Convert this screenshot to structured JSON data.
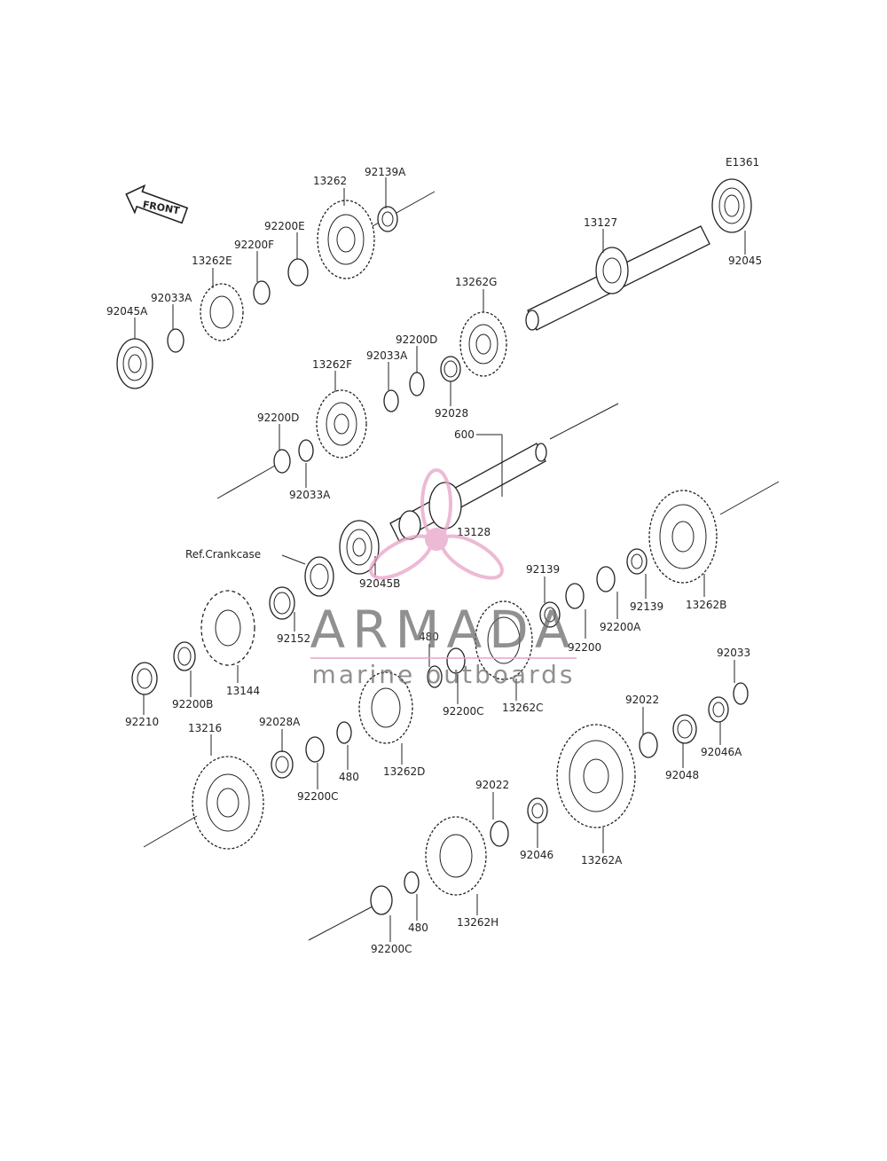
{
  "diagram_code": "E1361",
  "front_arrow_text": "FRONT",
  "watermark": {
    "brand": "ARMADA",
    "tagline": "marine outboards",
    "brand_color": "#e8a3c8",
    "text_color": "#6b6b6b"
  },
  "labels": {
    "p13262": "13262",
    "p92139A": "92139A",
    "p92200E": "92200E",
    "p92200F": "92200F",
    "p13262E": "13262E",
    "p92033A_1": "92033A",
    "p92045A": "92045A",
    "p13127": "13127",
    "p92045": "92045",
    "p13262G": "13262G",
    "p92200D_1": "92200D",
    "p92033A_2": "92033A",
    "p13262F": "13262F",
    "p92028": "92028",
    "p92200D_2": "92200D",
    "p92033A_3": "92033A",
    "p600": "600",
    "p13128": "13128",
    "ref_crankcase": "Ref.Crankcase",
    "p92045B": "92045B",
    "p92152": "92152",
    "p13144": "13144",
    "p92200B": "92200B",
    "p92210": "92210",
    "p480_1": "480",
    "p92200C_1": "92200C",
    "p13262C": "13262C",
    "p92139_1": "92139",
    "p92200": "92200",
    "p92200A": "92200A",
    "p92139_2": "92139",
    "p13262B": "13262B",
    "p92033": "92033",
    "p92022_1": "92022",
    "p92046A": "92046A",
    "p92048": "92048",
    "p13216": "13216",
    "p92028A": "92028A",
    "p92200C_2": "92200C",
    "p480_2": "480",
    "p13262D": "13262D",
    "p92022_2": "92022",
    "p92046": "92046",
    "p13262A": "13262A",
    "p480_3": "480",
    "p13262H": "13262H",
    "p92200C_3": "92200C"
  }
}
